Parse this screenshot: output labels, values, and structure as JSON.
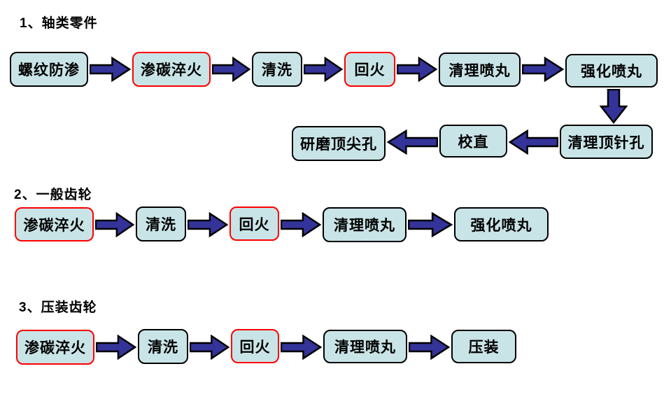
{
  "sections": [
    {
      "id": "shaft-parts",
      "heading": "1、轴类零件",
      "nodes": [
        {
          "label": "螺纹防渗",
          "border": "black"
        },
        {
          "label": "渗碳淬火",
          "border": "red"
        },
        {
          "label": "清洗",
          "border": "black"
        },
        {
          "label": "回火",
          "border": "red"
        },
        {
          "label": "清理喷丸",
          "border": "black"
        },
        {
          "label": "强化喷丸",
          "border": "black"
        },
        {
          "label": "清理顶针孔",
          "border": "black"
        },
        {
          "label": "校直",
          "border": "black"
        },
        {
          "label": "研磨顶尖孔",
          "border": "black"
        }
      ]
    },
    {
      "id": "general-gears",
      "heading": "2、一般齿轮",
      "nodes": [
        {
          "label": "渗碳淬火",
          "border": "red"
        },
        {
          "label": "清洗",
          "border": "black"
        },
        {
          "label": "回火",
          "border": "red"
        },
        {
          "label": "清理喷丸",
          "border": "black"
        },
        {
          "label": "强化喷丸",
          "border": "black"
        }
      ]
    },
    {
      "id": "press-fit-gears",
      "heading": "3、压装齿轮",
      "nodes": [
        {
          "label": "渗碳淬火",
          "border": "red"
        },
        {
          "label": "清洗",
          "border": "black"
        },
        {
          "label": "回火",
          "border": "red"
        },
        {
          "label": "清理喷丸",
          "border": "black"
        },
        {
          "label": "压装",
          "border": "black"
        }
      ]
    }
  ],
  "colors": {
    "background": "#ffffff",
    "box_fill": "#c9e4e7",
    "arrow_fill": "#333399",
    "arrow_stroke": "#000000",
    "border_black": "#000000",
    "border_red": "#ff0000",
    "text": "#000000"
  }
}
